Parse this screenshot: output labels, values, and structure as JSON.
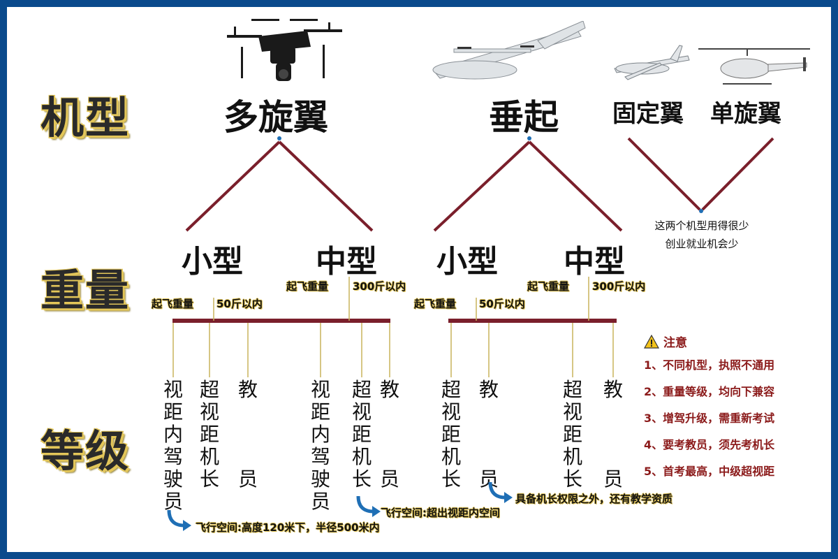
{
  "sections": {
    "model": "机型",
    "weight": "重量",
    "level": "等级"
  },
  "models": {
    "multi_rotor": "多旋翼",
    "vtol": "垂起",
    "fixed_wing": "固定翼",
    "single_rotor": "单旋翼"
  },
  "rare_remark": {
    "line1": "这两个机型用得很少",
    "line2": "创业就业机会少"
  },
  "weights": {
    "small": "小型",
    "medium": "中型"
  },
  "tags": {
    "takeoff_weight": "起飞重量",
    "limit_small": "50斤以内",
    "limit_medium": "300斤以内"
  },
  "levels": {
    "vlos": "视距内驾驶员",
    "bvlos": "超视距机长",
    "instructor": "教员"
  },
  "flight_notes": {
    "vlos": "飞行空间:高度120米下，半径500米内",
    "bvlos": "飞行空间:超出视距内空间",
    "instructor": "具备机长权限之外，还有教学资质"
  },
  "notes": {
    "title": "注意",
    "items": [
      "1、不同机型，执照不通用",
      "2、重量等级，均向下兼容",
      "3、增驾升级，需重新考试",
      "4、要考教员，须先考机长",
      "5、首考最高，中级超视距"
    ]
  },
  "colors": {
    "border": "#0a4a8c",
    "tree_line": "#7a1f2b",
    "accent_gold": "#e3c659",
    "note_red": "#8b1a1a",
    "arrow_blue": "#1f6fb5"
  },
  "icons": [
    "quadcopter-drone-image",
    "vtol-drone-image",
    "fixed-wing-drone-image",
    "helicopter-drone-image",
    "warning-icon"
  ]
}
